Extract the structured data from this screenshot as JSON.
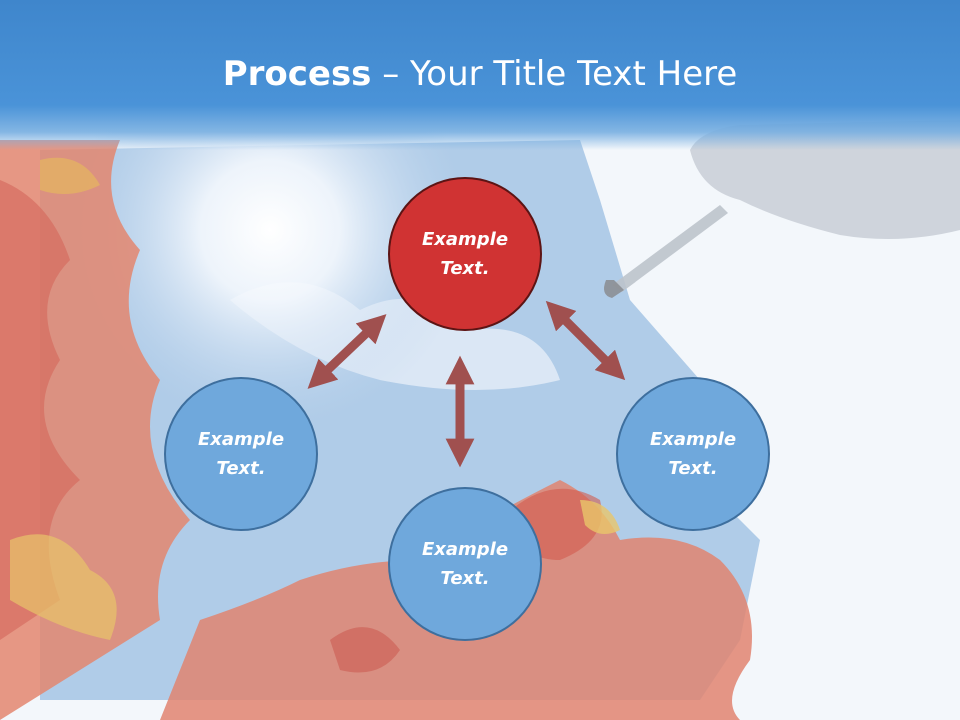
{
  "title": {
    "bold": "Process",
    "rest": " – Your Title Text Here"
  },
  "nodes": {
    "top": {
      "label": "Example\nText."
    },
    "left": {
      "label": "Example\nText."
    },
    "right": {
      "label": "Example\nText."
    },
    "bottom": {
      "label": "Example\nText."
    }
  },
  "colors": {
    "header": "#4a93d8",
    "node_blue": "#6fa8dc",
    "node_red": "#d03333",
    "arrow": "#a0504f"
  }
}
